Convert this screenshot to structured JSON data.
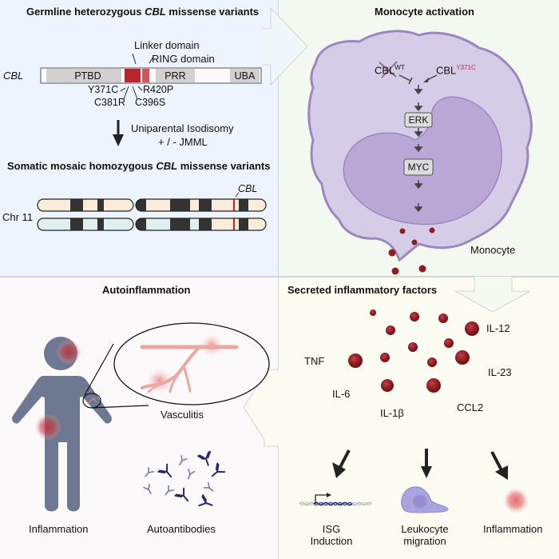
{
  "panels": {
    "germline": {
      "title_pre": "Germline heterozygous ",
      "title_gene": "CBL",
      "title_post": " missense variants",
      "gene_label": "CBL",
      "linker_label": "Linker domain",
      "ring_label": "RING domain",
      "domains": [
        "PTBD",
        "PRR",
        "UBA"
      ],
      "variants": [
        "Y371C",
        "C381R",
        "C396S",
        "R420P"
      ],
      "arrow_text_line1": "Uniparental Isodisomy",
      "arrow_text_line2": "+ / - JMML",
      "somatic_title_pre": "Somatic mosaic homozygous ",
      "somatic_title_gene": "CBL",
      "somatic_title_post": " missense variants",
      "chromosome_label": "Chr 11",
      "chromosome_gene_label": "CBL"
    },
    "monocyte": {
      "title": "Monocyte activation",
      "cbl_wt": "CBL",
      "cbl_wt_sup": "WT",
      "cbl_mut": "CBL",
      "cbl_mut_sup": "Y371C",
      "erk": "ERK",
      "myc": "MYC",
      "cell_label": "Monocyte"
    },
    "secreted": {
      "title": "Secreted inflammatory factors",
      "factors": [
        "TNF",
        "IL-6",
        "IL-1β",
        "CCL2",
        "IL-23",
        "IL-12"
      ],
      "outcomes": [
        {
          "line1": "ISG",
          "line2": "Induction"
        },
        {
          "line1": "Leukocyte",
          "line2": "migration"
        },
        {
          "line1": "Inflammation",
          "line2": ""
        }
      ]
    },
    "autoinflammation": {
      "title": "Autoinflammation",
      "vasculitis": "Vasculitis",
      "inflammation": "Inflammation",
      "autoantibodies": "Autoantibodies"
    }
  },
  "colors": {
    "variant_red": "#b5272d",
    "ring_red": "#c85a5e",
    "cell_purple": "#d5cde8",
    "cell_border": "#9b87c0",
    "nucleus": "#b9a8d6",
    "cytokine": "#8e1c22",
    "mutation_label": "#d0213c",
    "body": "#6e7891",
    "antibody": "#2a2a63"
  }
}
